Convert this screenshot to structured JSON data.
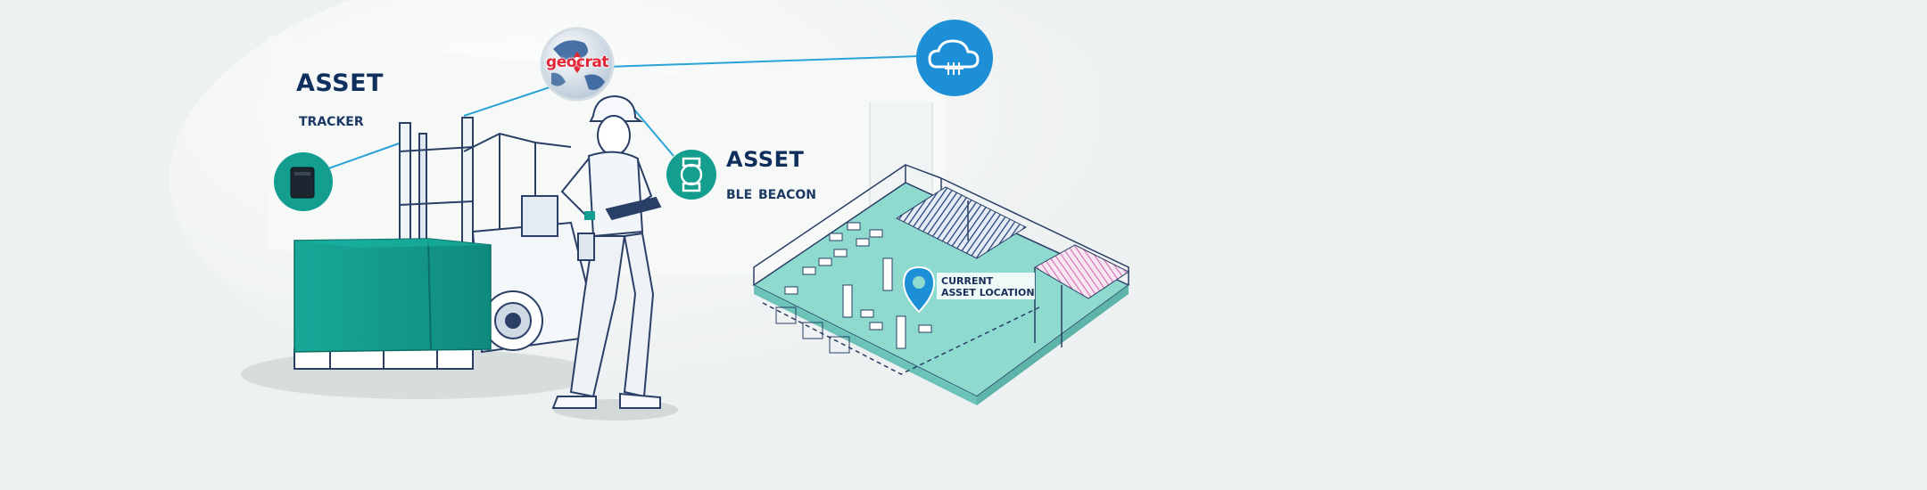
{
  "brand": {
    "logo_text": "geocrat",
    "accent": "#e32636"
  },
  "tracker": {
    "title": "ASSET",
    "subtitle": "TRACKER",
    "icon": "tracker-device-icon"
  },
  "beacon": {
    "title": "ASSET",
    "subtitle_1": "BLE",
    "subtitle_2": "BEACON",
    "icon": "smartwatch-icon"
  },
  "cloud": {
    "icon": "cloud-icon"
  },
  "map": {
    "location_line1": "CURRENT",
    "location_line2": "ASSET LOCATION",
    "icon": "location-pin-icon"
  },
  "colors": {
    "teal": "#139e8f",
    "navy": "#0f2f5c",
    "cloud_blue": "#1c8fd6",
    "line_blue": "#2aa3d6",
    "pink_zone": "#d65fb0"
  }
}
